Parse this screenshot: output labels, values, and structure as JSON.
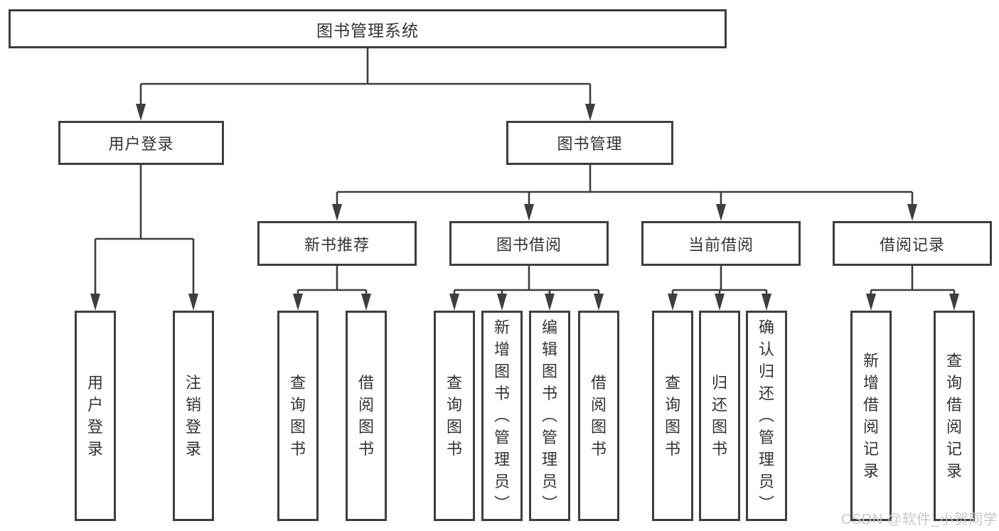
{
  "diagram": {
    "title": "图书管理系统",
    "level2": {
      "user_login": "用户登录",
      "book_management": "图书管理"
    },
    "level3": {
      "new_book_recommend": "新书推荐",
      "book_borrow": "图书借阅",
      "current_borrow": "当前借阅",
      "borrow_records": "借阅记录"
    },
    "leaves": {
      "user_login": "用户登录",
      "logout": "注销登录",
      "nb_query_books": "查询图书",
      "nb_borrow_books": "借阅图书",
      "bb_query_books": "查询图书",
      "bb_add_books": "新增图书（管理员）",
      "bb_edit_books": "编辑图书（管理员）",
      "bb_borrow_books": "借阅图书",
      "cb_query_books": "查询图书",
      "cb_return_books": "归还图书",
      "cb_confirm_return": "确认归还（管理员）",
      "rec_add_record": "新增借阅记录",
      "rec_query_record": "查询借阅记录"
    },
    "watermark": "CSDN @软件_小贺同学",
    "colors": {
      "line": "#3e3e3e",
      "text": "#333333",
      "watermark": "#c9c9c9",
      "background": "#ffffff"
    }
  }
}
